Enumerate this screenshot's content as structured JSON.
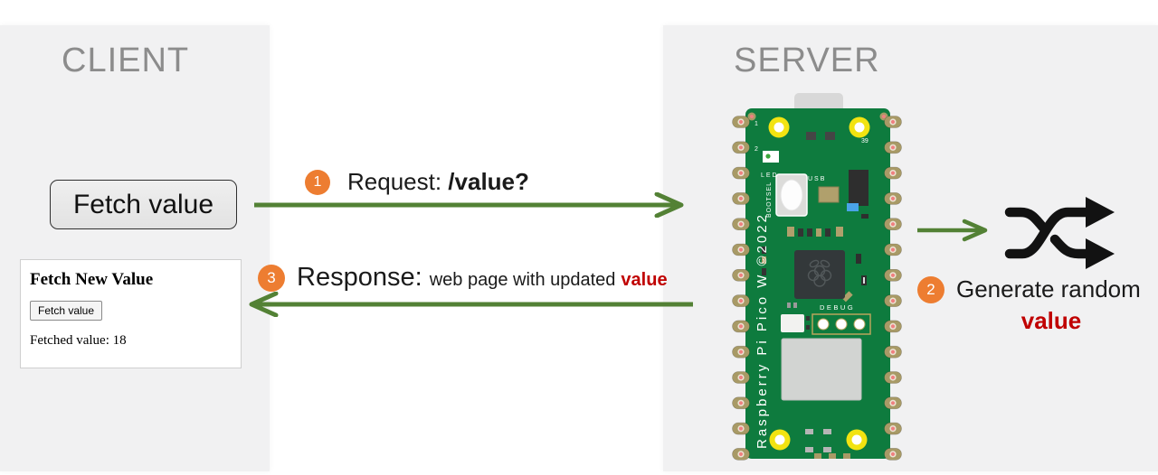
{
  "client_panel": {
    "title": "CLIENT",
    "fetch_button": "Fetch value",
    "browser": {
      "heading": "Fetch New Value",
      "button": "Fetch value",
      "result": "Fetched value: 18"
    }
  },
  "server_panel": {
    "title": "SERVER"
  },
  "steps": {
    "request": {
      "number": "1",
      "prefix": "Request: ",
      "path": "/value?"
    },
    "generate": {
      "number": "2",
      "text": "Generate random",
      "highlight": "value"
    },
    "response": {
      "number": "3",
      "prefix": "Response: ",
      "detail": "web page with updated",
      "highlight": "value"
    }
  },
  "board": {
    "pin_label_1": "1",
    "pin_label_2": "2",
    "pin_label_39": "39",
    "led_label": "LED",
    "usb_label": "USB",
    "bootsel_label": "BOOTSEL",
    "debug_label": "DEBUG",
    "silkscreen": "Raspberry Pi Pico W ©2022"
  },
  "icons": {
    "shuffle": "shuffle-icon",
    "request_arrow": "arrow-right-icon",
    "response_arrow": "arrow-left-icon",
    "generate_arrow": "arrow-right-icon"
  },
  "colors": {
    "accent_orange": "#ED7D31",
    "arrow_green": "#538135",
    "highlight_red": "#C00000",
    "panel_gray": "#F1F1F2",
    "pcb_green": "#0E7B3E",
    "pin_tan": "#A89A66",
    "hole_yellow": "#F2E311"
  }
}
